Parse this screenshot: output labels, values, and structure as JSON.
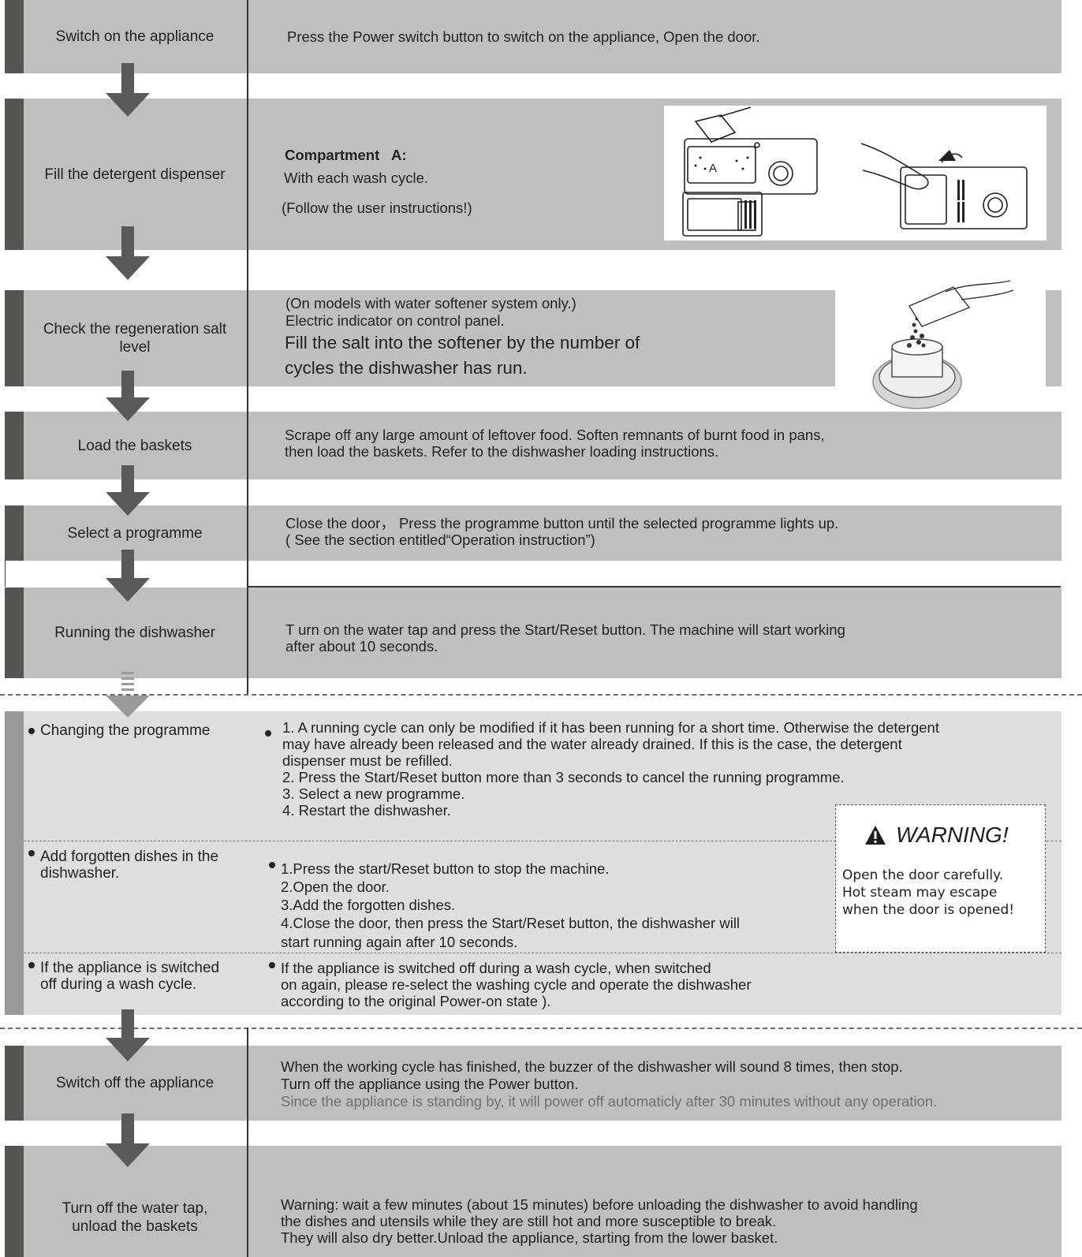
{
  "steps": [
    {
      "label": "Switch on the appliance",
      "lines": [
        "Press the Power switch button to switch on the appliance, Open the door."
      ]
    },
    {
      "label": "Fill the detergent dispenser",
      "compartment": "Compartment   A:",
      "lines": [
        "With each wash cycle.",
        "(Follow the user instructions!)"
      ],
      "illustration_text": "A"
    },
    {
      "label": "Check the regeneration salt level",
      "lines_small": [
        "(On models with water softener system only.)",
        "Electric indicator on control panel."
      ],
      "lines_large": [
        "Fill the salt into the softener by the number of",
        "cycles the dishwasher has run."
      ]
    },
    {
      "label": "Load the baskets",
      "lines": [
        "Scrape off any large amount of leftover food. Soften remnants of burnt food in pans,",
        "then load the baskets. Refer to the dishwasher loading instructions."
      ]
    },
    {
      "label": "Select a programme",
      "lines": [
        "Close the door， Press the programme button until  the selected programme lights up.",
        "( See the  section entitled“Operation instruction”)"
      ]
    },
    {
      "label": "Running the dishwasher",
      "lines": [
        "T urn on the water tap and  press the Start/Reset button. The machine will start working",
        "after about 10 seconds."
      ]
    }
  ],
  "optional": [
    {
      "label": [
        "Changing the programme"
      ],
      "lines": [
        "1. A running cycle can only be modified if it has been running for a short time. Otherwise the detergent",
        "may have already been released and the water already drained. If this is the case, the detergent",
        "dispenser must be refilled.",
        "2. Press the Start/Reset button  more than 3 seconds to cancel the running programme.",
        "3. Select a new programme.",
        "4. Restart the dishwasher."
      ]
    },
    {
      "label": [
        "Add forgotten dishes in the",
        "dishwasher."
      ],
      "lines": [
        "1.Press the start/Reset button to stop the machine.",
        "2.Open the door.",
        "3.Add the forgotten dishes.",
        "4.Close the door, then press the  Start/Reset button, the dishwasher will",
        "start running again  after  10  seconds."
      ]
    },
    {
      "label": [
        "If the appliance is switched",
        "off during a wash cycle."
      ],
      "lines": [
        "If the appliance is switched off during a wash cycle, when switched",
        "on again, please re-select the washing cycle and operate the dishwasher",
        "according to the original Power-on state )."
      ]
    }
  ],
  "warning": {
    "title": "WARNING!",
    "lines": [
      "Open the door carefully.",
      "Hot steam may escape",
      "when the door is opened!"
    ]
  },
  "end_steps": [
    {
      "label": "Switch off the appliance",
      "lines": [
        "When the working cycle has finished, the buzzer of  the dishwasher will sound 8 times, then stop.",
        "Turn off the appliance using the Power button."
      ],
      "note": "Since the appliance is standing by, it will power off automaticly after 30 minutes without any operation."
    },
    {
      "label": [
        "Turn off the water tap,",
        "unload the baskets"
      ],
      "lines": [
        "Warning: wait a few minutes (about 15 minutes) before unloading the dishwasher to avoid handling",
        "the dishes and utensils while they are still hot and more susceptible to break.",
        "They will also dry better.Unload the appliance, starting from the lower basket."
      ]
    }
  ],
  "colors": {
    "band": "#bfbfbf",
    "band_light": "#dedede",
    "bar": "#575551",
    "arrow": "#5a5a5a"
  }
}
